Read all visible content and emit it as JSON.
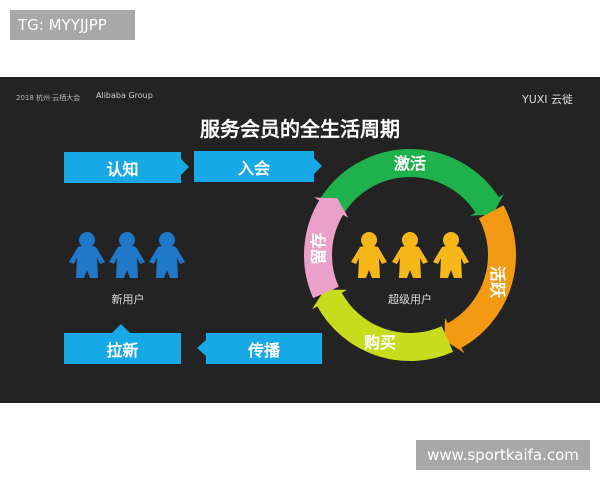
{
  "watermarks": {
    "top_left": "TG: MYYJJPP",
    "bottom_right": "www.sportkaifa.com"
  },
  "header": {
    "conference_logo": "2018 杭州·云栖大会",
    "alibaba_logo": "Alibaba Group",
    "brand_logo": "YUXI 云徙"
  },
  "title": "服务会员的全生活周期",
  "steps": {
    "awareness": "认知",
    "join": "入会",
    "acquire": "拉新",
    "spread": "传播"
  },
  "new_users_label": "新用户",
  "cycle": {
    "center_label": "超级用户",
    "segments": [
      {
        "label": "激活",
        "color": "#1fb14b"
      },
      {
        "label": "活跃",
        "color": "#f39a12"
      },
      {
        "label": "购买",
        "color": "#c6dc1c"
      },
      {
        "label": "留存",
        "color": "#eaa0c8"
      }
    ]
  },
  "colors": {
    "step_blue": "#16a9e6",
    "new_user_blue": "#1f78c8",
    "super_user_yellow": "#f7b719",
    "slide_bg": "#232323"
  }
}
